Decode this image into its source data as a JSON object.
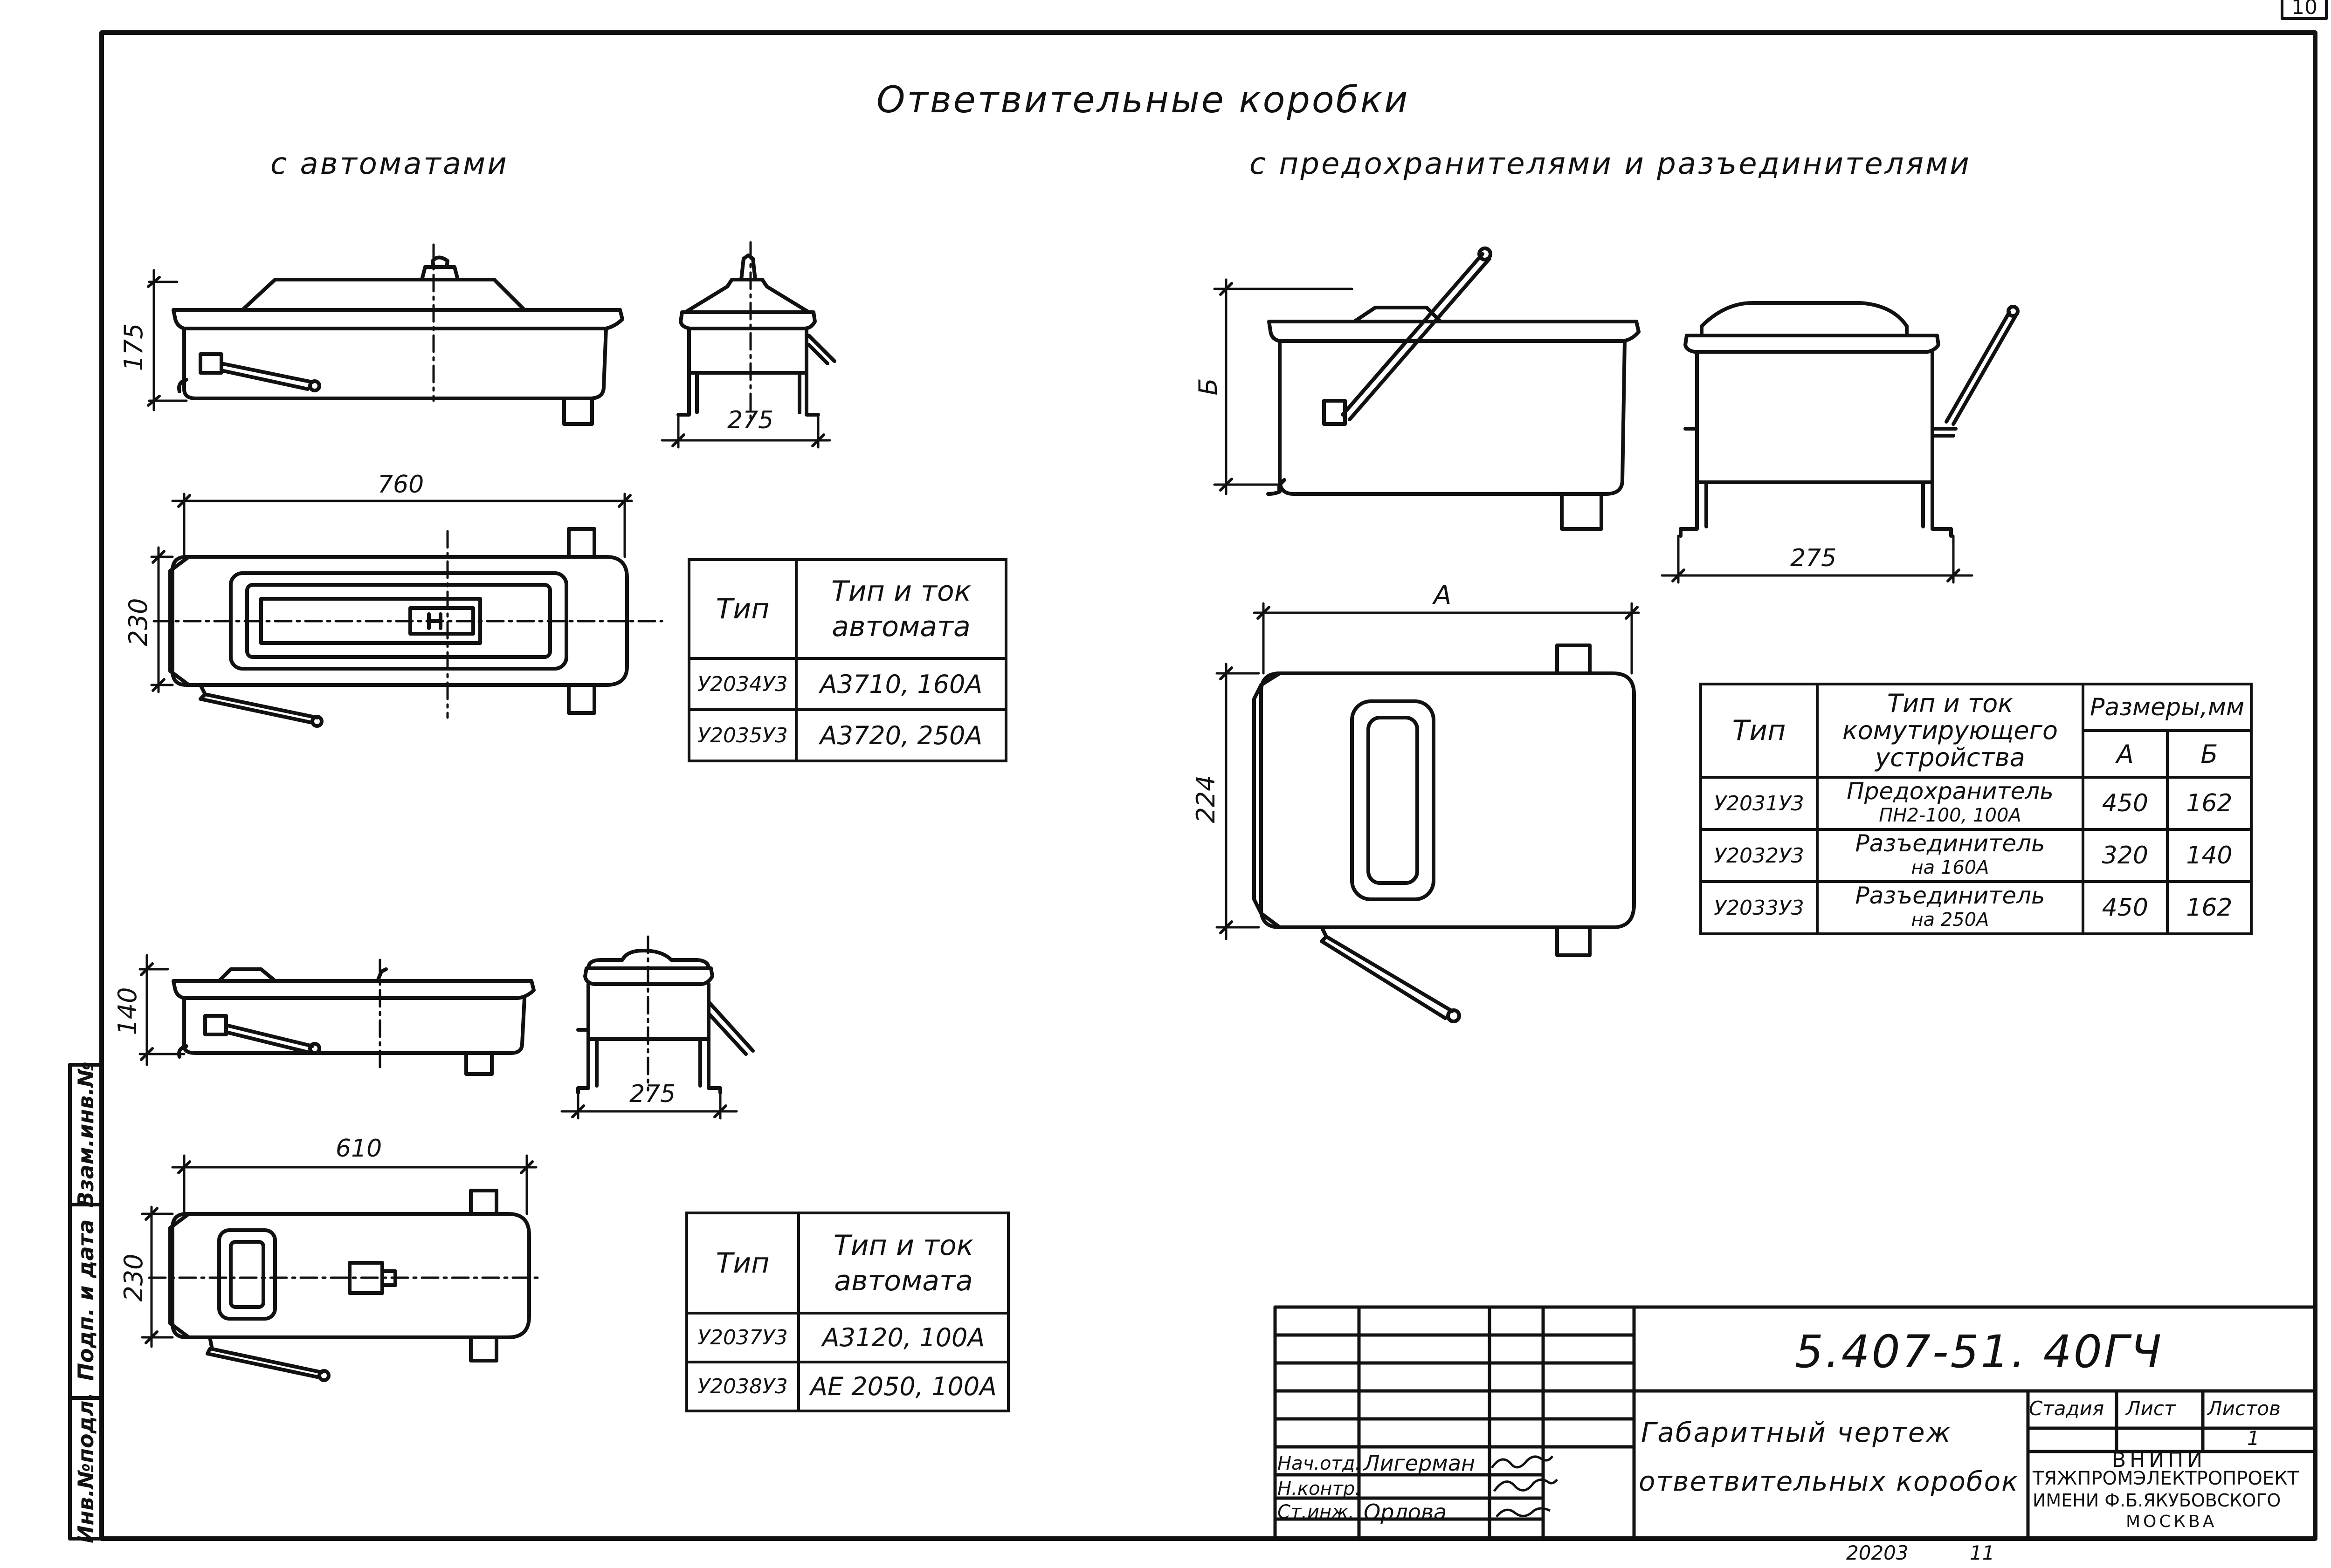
{
  "titles": {
    "main": "Ответвительные коробки",
    "left": "с автоматами",
    "right": "с предохранителями и разъединителями"
  },
  "dims": {
    "d175": "175",
    "d275a": "275",
    "d760": "760",
    "d230a": "230",
    "d140": "140",
    "d275b": "275",
    "d610": "610",
    "d230b": "230",
    "dB": "Б",
    "d275c": "275",
    "dA": "А",
    "d224": "224"
  },
  "table1": {
    "h_type": "Тип",
    "h_model_1": "Тип и ток",
    "h_model_2": "автомата",
    "rows": [
      {
        "type": "У2034У3",
        "model": "А3710, 160А"
      },
      {
        "type": "У2035У3",
        "model": "А3720, 250А"
      }
    ]
  },
  "table2": {
    "h_type": "Тип",
    "h_model_1": "Тип и ток",
    "h_model_2": "автомата",
    "rows": [
      {
        "type": "У2037У3",
        "model": "А3120, 100А"
      },
      {
        "type": "У2038У3",
        "model": "АЕ 2050, 100А"
      }
    ]
  },
  "table3": {
    "h_type": "Тип",
    "h_dev_1": "Тип и ток",
    "h_dev_2": "комутирующего",
    "h_dev_3": "устройства",
    "h_dims": "Размеры,мм",
    "h_a": "А",
    "h_b": "Б",
    "rows": [
      {
        "type": "У2031У3",
        "dev_1": "Предохранитель",
        "dev_2": "ПН2-100, 100А",
        "a": "450",
        "b": "162"
      },
      {
        "type": "У2032У3",
        "dev_1": "Разъединитель",
        "dev_2": "на 160А",
        "a": "320",
        "b": "140"
      },
      {
        "type": "У2033У3",
        "dev_1": "Разъединитель",
        "dev_2": "на 250А",
        "a": "450",
        "b": "162"
      }
    ]
  },
  "stamp": {
    "doc_code": "5.407-51. 40ГЧ",
    "title_1": "Габаритный чертеж",
    "title_2": "ответвительных коробок",
    "stage_label": "Стадия",
    "sheet_label": "Лист",
    "sheets_label": "Листов",
    "sheets_value": "1",
    "org_1": "ВНИПИ",
    "org_2": "ТЯЖПРОМЭЛЕКТРОПРОЕКТ",
    "org_3": "ИМЕНИ Ф.Б.ЯКУБОВСКОГО",
    "org_4": "МОСКВА",
    "roles": [
      {
        "role": "Нач.отд.",
        "name": "Лигерман"
      },
      {
        "role": "Н.контр.",
        "name": ""
      },
      {
        "role": "Ст.инж.",
        "name": "Орлова"
      }
    ]
  },
  "side_stamp": {
    "c1": "Инв.№подл.",
    "c2": "Подп. и дата",
    "c3": "Взам.инв.№"
  },
  "footer": {
    "number": "20203",
    "format": "11"
  },
  "corner": "10"
}
